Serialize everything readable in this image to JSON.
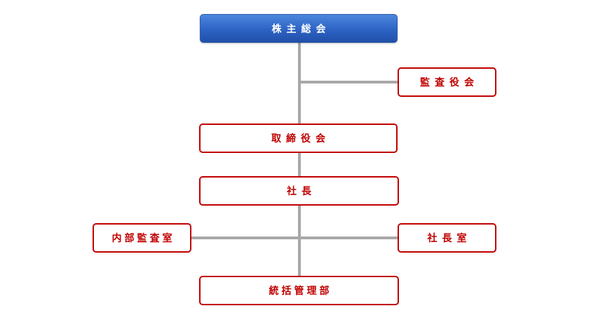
{
  "diagram": {
    "nodes": {
      "shareholders_meeting": "株主総会",
      "audit_board": "監査役会",
      "board_of_directors": "取締役会",
      "president": "社長",
      "internal_audit": "内部監査室",
      "presidents_office": "社長室",
      "general_management": "統括管理部"
    },
    "colors": {
      "top_fill": "#2d63c4",
      "box_border": "#c00000",
      "box_text": "#c00000",
      "connector": "#a8a8a8"
    },
    "edges": [
      [
        "shareholders_meeting",
        "audit_board"
      ],
      [
        "shareholders_meeting",
        "board_of_directors"
      ],
      [
        "board_of_directors",
        "president"
      ],
      [
        "president",
        "internal_audit"
      ],
      [
        "president",
        "presidents_office"
      ],
      [
        "president",
        "general_management"
      ]
    ]
  }
}
